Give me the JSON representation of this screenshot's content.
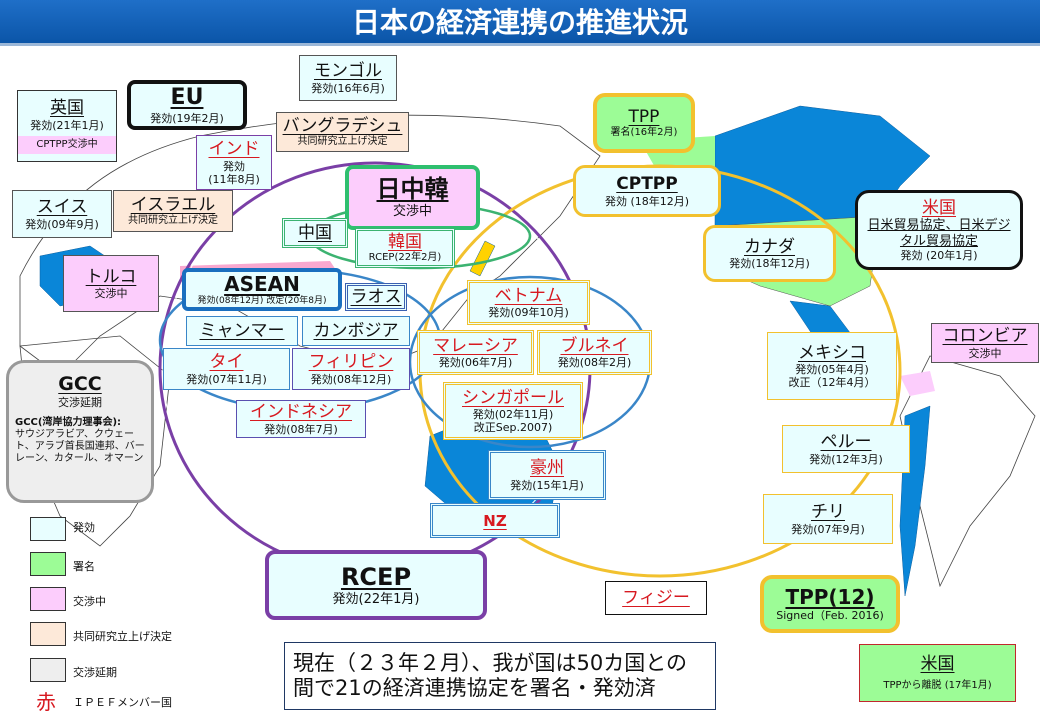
{
  "title": "日本の経済連携の推進状況",
  "boxes": {
    "uk": {
      "name": "英国",
      "status": "発効(21年1月)",
      "sub": "CPTPP交渉中"
    },
    "eu": {
      "name": "EU",
      "status": "発効(19年2月)"
    },
    "mongolia": {
      "name": "モンゴル",
      "status": "発効(16年6月)"
    },
    "bangladesh": {
      "name": "バングラデシュ",
      "status": "共同研究立上げ決定"
    },
    "india": {
      "name": "インド",
      "status": "発効",
      "date": "(11年8月)"
    },
    "swiss": {
      "name": "スイス",
      "status": "発効(09年9月)"
    },
    "israel": {
      "name": "イスラエル",
      "status": "共同研究立上げ決定"
    },
    "jck": {
      "name": "日中韓",
      "status": "交渉中"
    },
    "china": {
      "name": "中国"
    },
    "korea": {
      "name": "韓国",
      "status": "RCEP(22年2月)"
    },
    "turkey": {
      "name": "トルコ",
      "status": "交渉中"
    },
    "asean": {
      "name": "ASEAN",
      "status": "発効(08年12月) 改定(20年8月)"
    },
    "laos": {
      "name": "ラオス"
    },
    "myanmar": {
      "name": "ミャンマー"
    },
    "cambodia": {
      "name": "カンボジア"
    },
    "thailand": {
      "name": "タイ",
      "status": "発効(07年11月)"
    },
    "philippines": {
      "name": "フィリピン",
      "status": "発効(08年12月)"
    },
    "indonesia": {
      "name": "インドネシア",
      "status": "発効(08年7月)"
    },
    "gcc": {
      "name": "GCC",
      "status": "交渉延期",
      "desc_title": "GCC(湾岸協力理事会):",
      "desc": "サウジアラビア、クウェート、アラブ首長国連邦、バーレーン、カタール、オマーン"
    },
    "vietnam": {
      "name": "ベトナム",
      "status": "発効(09年10月)"
    },
    "malaysia": {
      "name": "マレーシア",
      "status": "発効(06年7月)"
    },
    "brunei": {
      "name": "ブルネイ",
      "status": "発効(08年2月)"
    },
    "singapore": {
      "name": "シンガポール",
      "status": "発効(02年11月)",
      "sub": "改正Sep.2007)"
    },
    "australia": {
      "name": "豪州",
      "status": "発効(15年1月)"
    },
    "nz": {
      "name": "NZ"
    },
    "rcep": {
      "name": "RCEP",
      "status": "発効(22年1月)"
    },
    "tpp": {
      "name": "TPP",
      "status": "署名(16年2月)"
    },
    "cptpp": {
      "name": "CPTPP",
      "status": "発効 (18年12月)"
    },
    "canada": {
      "name": "カナダ",
      "status": "発効(18年12月)"
    },
    "usa": {
      "name": "米国",
      "desc": "日米貿易協定、日米デジタル貿易協定",
      "status": "発効 (20年1月)"
    },
    "mexico": {
      "name": "メキシコ",
      "status": "発効(05年4月)",
      "sub": "改正（12年4月）"
    },
    "colombia": {
      "name": "コロンビア",
      "status": "交渉中"
    },
    "peru": {
      "name": "ペルー",
      "status": "発効(12年3月)"
    },
    "chile": {
      "name": "チリ",
      "status": "発効(07年9月)"
    },
    "fiji": {
      "name": "フィジー"
    },
    "tpp12": {
      "name": "TPP(12)",
      "status": "Signed（Feb. 2016)"
    },
    "usa_tpp": {
      "name": "米国",
      "status": "TPPから離脱 (17年1月)"
    }
  },
  "legend": [
    {
      "label": "発効",
      "color": "#e8feff"
    },
    {
      "label": "署名",
      "color": "#9cfc96"
    },
    {
      "label": "交渉中",
      "color": "#fccdfc"
    },
    {
      "label": "共同研究立上げ決定",
      "color": "#fde9d9"
    },
    {
      "label": "交渉延期",
      "color": "#eeeeee"
    }
  ],
  "legend_red": {
    "mark": "赤",
    "label": "ＩＰＥＦメンバー国"
  },
  "summary": {
    "line1": "現在（２３年２月）、我が国は50カ国との",
    "line2": "間で21の経済連携協定を署名・発効済"
  }
}
